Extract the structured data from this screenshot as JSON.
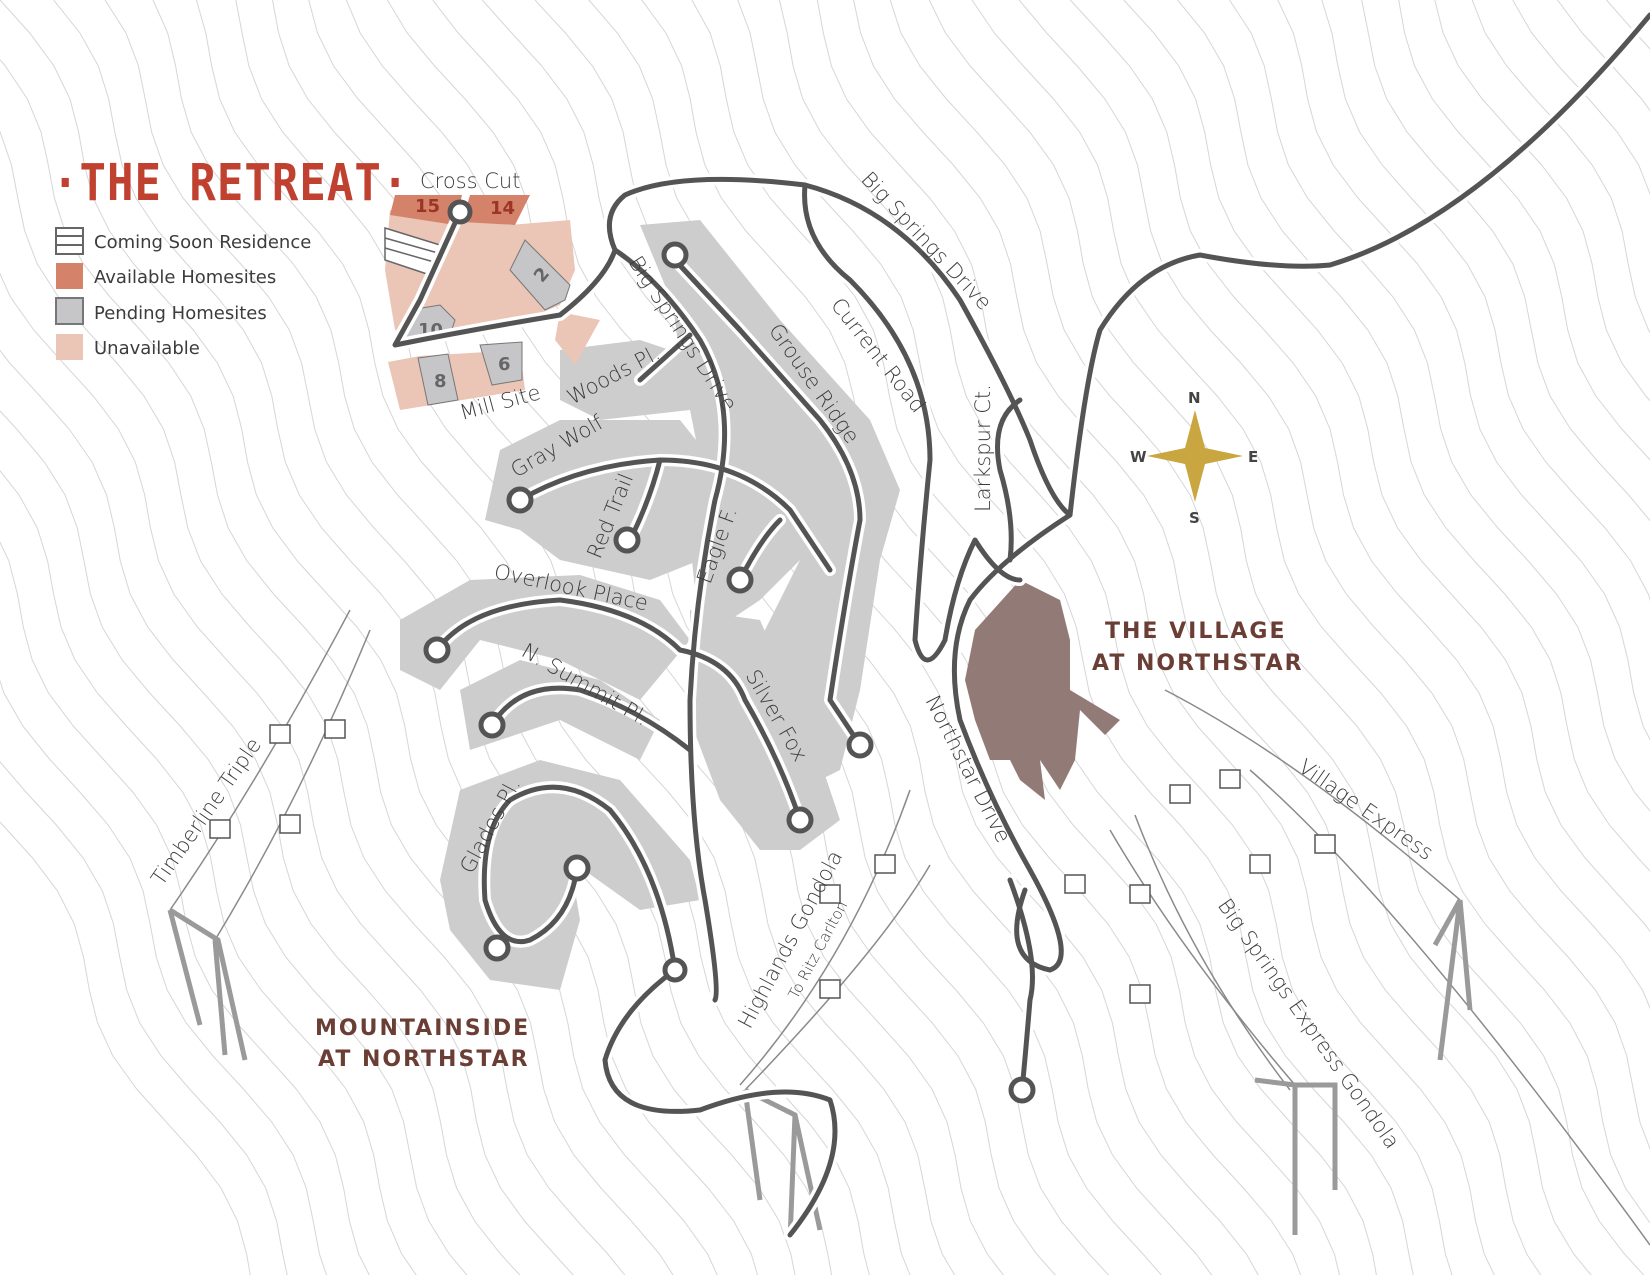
{
  "legend": {
    "title": "·THE RETREAT·",
    "items": [
      {
        "label": "Coming Soon Residence",
        "swatch": "striped"
      },
      {
        "label": "Available Homesites",
        "swatch": "#d4826a"
      },
      {
        "label": "Pending Homesites",
        "swatch": "#c6c6c8"
      },
      {
        "label": "Unavailable",
        "swatch": "#ebc5b5"
      }
    ]
  },
  "colors": {
    "title_red": "#c0412f",
    "road": "#545454",
    "neighborhood": "#cdcdcd",
    "village": "#927b76",
    "compass": "#c9a640",
    "area_label": "#6b3e35"
  },
  "lots": {
    "available": [
      "15",
      "14"
    ],
    "pending": [
      "2",
      "10",
      "8",
      "6"
    ]
  },
  "streets": {
    "cross_cut": "Cross Cut",
    "mill_site": "Mill Site",
    "woods_pl": "Woods Pl.",
    "big_springs_upper": "Big Springs Drive",
    "big_springs_left": "Big Springs Drive",
    "grouse_ridge": "Grouse Ridge",
    "current_road": "Current Road",
    "larkspur": "Larkspur Ct.",
    "gray_wolf": "Gray Wolf",
    "red_trail": "Red Trail",
    "eagle_f": "Eagle F.",
    "overlook": "Overlook Place",
    "n_summit": "N. Summit Pl.",
    "silver_fox": "Silver Fox",
    "glades": "Glades Pl.",
    "northstar_drive": "Northstar Drive"
  },
  "lifts": {
    "highlands": "Highlands Gondola",
    "ritz": "To Ritz Carlton",
    "timberline": "Timberline Triple",
    "village_express": "Village Express",
    "big_springs_express": "Big Springs Express Gondola"
  },
  "areas": {
    "village_line1": "THE VILLAGE",
    "village_line2": "AT NORTHSTAR",
    "mountainside_line1": "MOUNTAINSIDE",
    "mountainside_line2": "AT NORTHSTAR"
  },
  "compass": {
    "n": "N",
    "e": "E",
    "s": "S",
    "w": "W"
  }
}
